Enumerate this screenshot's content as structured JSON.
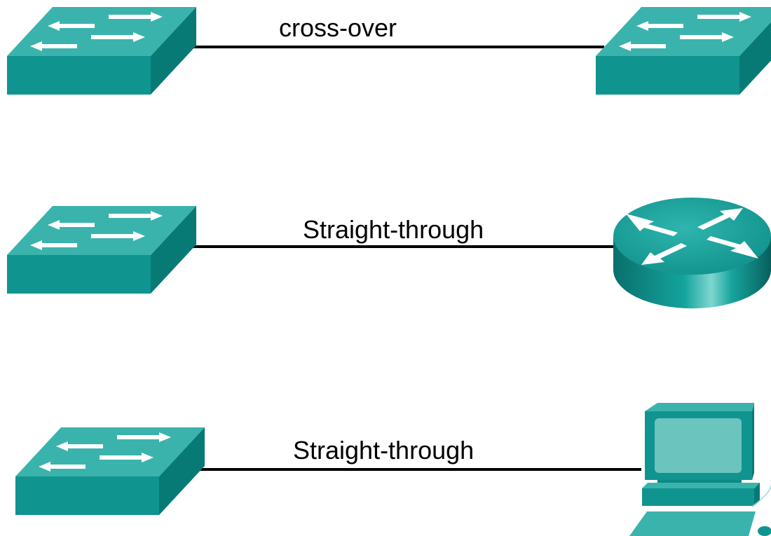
{
  "connections": [
    {
      "cable": "cross-over",
      "from": "switch",
      "to": "switch"
    },
    {
      "cable": "Straight-through",
      "from": "switch",
      "to": "router"
    },
    {
      "cable": "Straight-through",
      "from": "switch",
      "to": "pc"
    }
  ],
  "colors": {
    "device_top": "#3bb3ad",
    "device_front": "#10948f",
    "device_side": "#087a76",
    "arrows": "#ffffff",
    "cable": "#000000"
  }
}
